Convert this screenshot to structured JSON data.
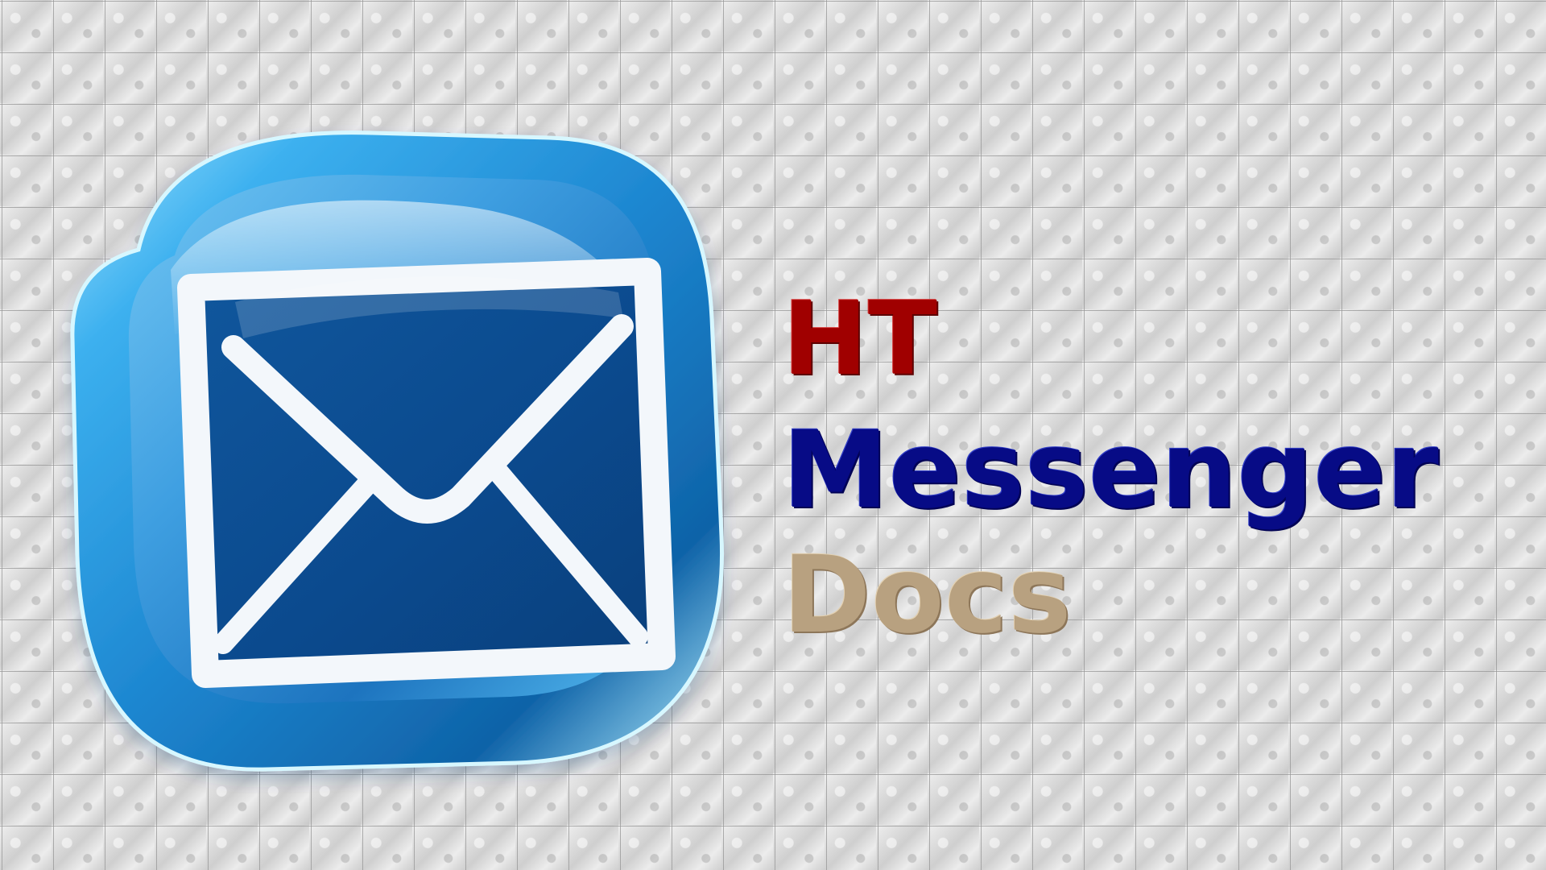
{
  "app": {
    "name_lines": [
      "HT",
      "Messenger",
      "Docs"
    ]
  },
  "logo": {
    "icon": "mail-envelope-icon"
  },
  "colors": {
    "ht": "#a00000",
    "messenger": "#070b86",
    "docs": "#b8a180",
    "logo_blue": "#2a8fd5",
    "logo_deep_blue": "#0c4d93",
    "envelope_outline": "#f4f7fb"
  }
}
